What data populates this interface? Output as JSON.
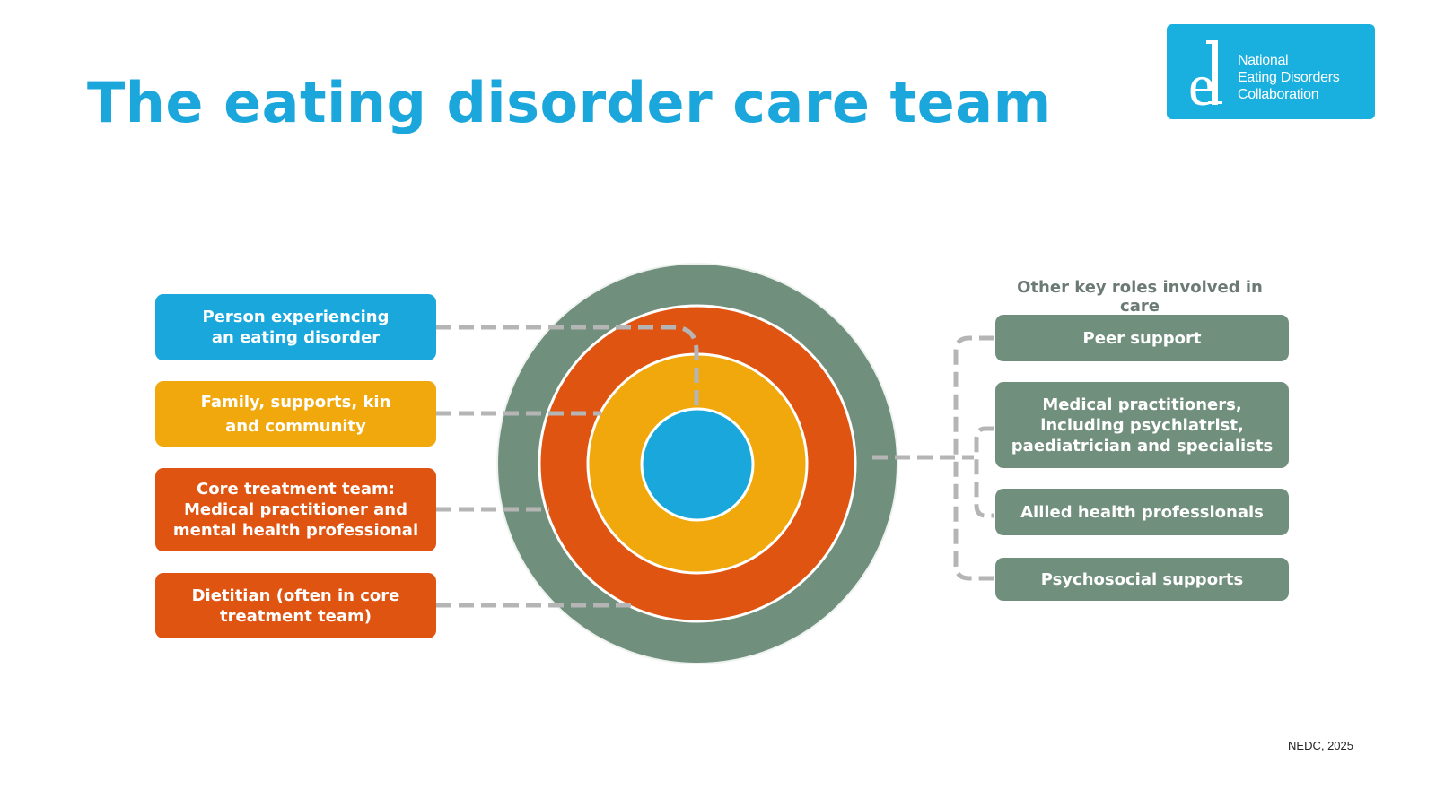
{
  "title": "The eating disorder care team",
  "logo": {
    "icon": "ed-letter-logo-icon",
    "lines": [
      "National",
      "Eating Disorders",
      "Collaboration"
    ],
    "color": "#19b0e0"
  },
  "colors": {
    "person": "#1aa8dc",
    "family": "#f0a80d",
    "core": "#e05412",
    "outer": "#718f7d",
    "connector": "#b5b5b5"
  },
  "left_labels": [
    {
      "id": "person",
      "text": "Person experiencing\nan eating disorder",
      "color": "#1aa8dc"
    },
    {
      "id": "family",
      "text": "Family, supports, kin\nand community",
      "color": "#f0a80d"
    },
    {
      "id": "core",
      "text": "Core treatment team:\nMedical practitioner and\nmental health professional",
      "color": "#e05412"
    },
    {
      "id": "dietitian",
      "text": "Dietitian (often in core\ntreatment team)",
      "color": "#e05412"
    }
  ],
  "right_heading": "Other key roles involved in care",
  "right_labels": [
    {
      "id": "peer",
      "text": "Peer support"
    },
    {
      "id": "medical",
      "text": "Medical practitioners,\nincluding psychiatrist,\npaediatrician and specialists"
    },
    {
      "id": "allied",
      "text": "Allied health professionals"
    },
    {
      "id": "psychosocial",
      "text": "Psychosocial supports"
    }
  ],
  "rings": [
    {
      "name": "other-key-roles-ring",
      "color": "#718f7d"
    },
    {
      "name": "core-treatment-team-ring",
      "color": "#e05412"
    },
    {
      "name": "family-supports-ring",
      "color": "#f0a80d"
    },
    {
      "name": "person-center-circle",
      "color": "#1aa8dc"
    }
  ],
  "footer": "NEDC, 2025"
}
